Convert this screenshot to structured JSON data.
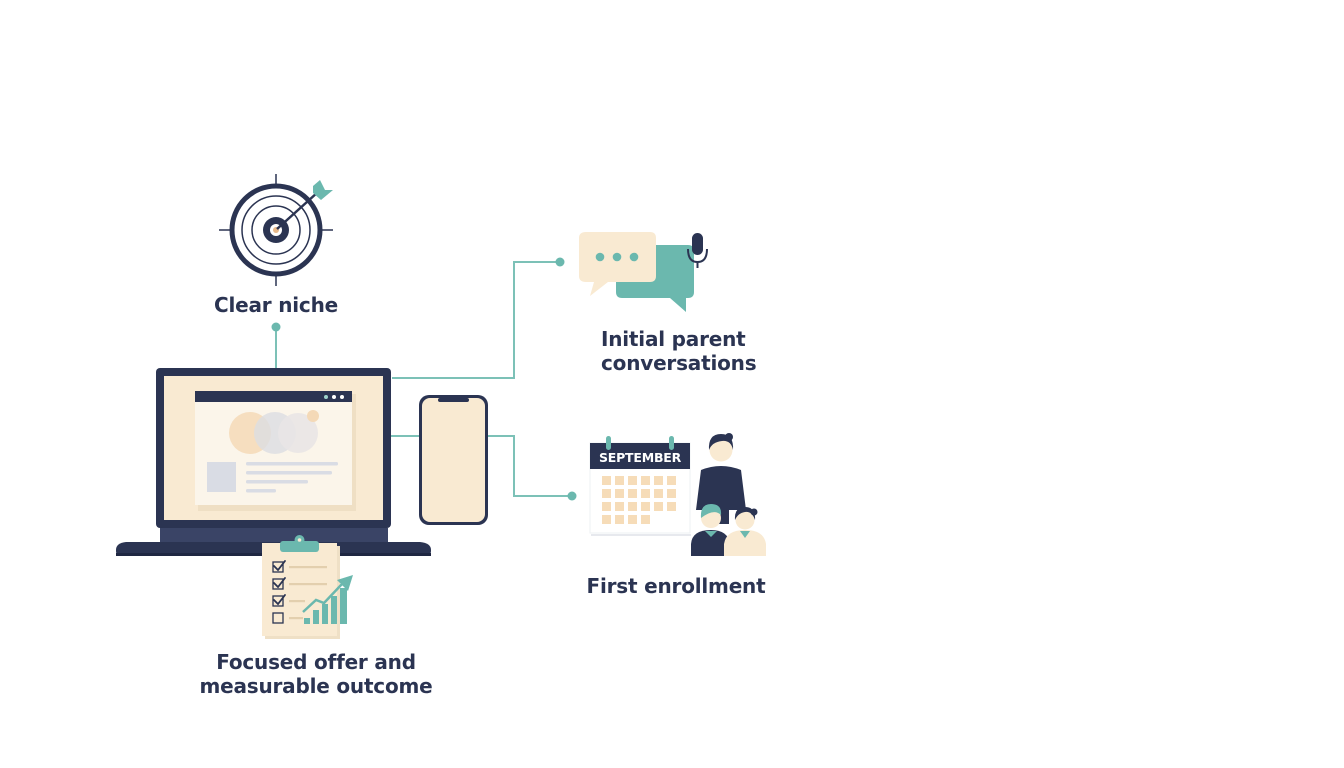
{
  "nodes": {
    "clear_niche": {
      "label": "Clear niche"
    },
    "parent_conversations": {
      "label_lines": [
        "Initial parent",
        "conversations"
      ]
    },
    "first_enrollment": {
      "label": "First enrollment"
    },
    "focused_offer": {
      "label_lines": [
        "Focused offer and",
        "measurable outcome"
      ]
    }
  },
  "calendar": {
    "month": "SEPTEMBER"
  },
  "icons": {
    "target": "target-icon",
    "arrow": "arrow-icon",
    "laptop": "laptop-icon",
    "phone": "smartphone-icon",
    "chat": "chat-bubbles-icon",
    "mic": "microphone-icon",
    "calendar": "calendar-icon",
    "family": "parent-and-children-icon",
    "clipboard": "checklist-clipboard-icon",
    "growth": "growth-chart-icon"
  },
  "colors": {
    "navy": "#2b3452",
    "teal": "#6bb8ae",
    "cream": "#f9ead2",
    "light_gray": "#d9dce4"
  }
}
